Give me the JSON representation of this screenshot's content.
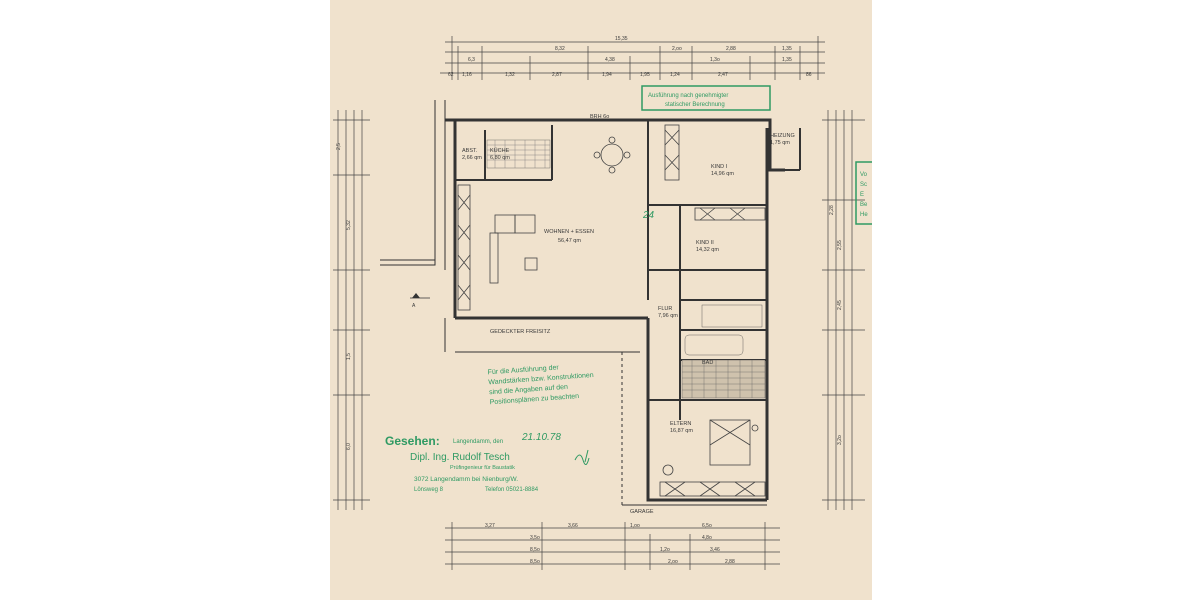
{
  "rooms": {
    "abst": "ABST.",
    "abst_area": "2,66 qm",
    "kueche": "KÜCHE",
    "kueche_area": "6,80 qm",
    "wohnen": "WOHNEN + ESSEN",
    "wohnen_area": "56,47 qm",
    "kind1": "KIND I",
    "kind1_area": "14,96 qm",
    "kind2": "KIND II",
    "kind2_area": "14,32 qm",
    "flur": "FLUR",
    "flur_area": "7,96 qm",
    "bad": "BAD",
    "bad_area": "",
    "eltern": "ELTERN",
    "eltern_area": "16,87 qm",
    "heizung": "HEIZUNG",
    "heizung_area": "1,75 qm",
    "freisitz": "GEDECKTER FREISITZ",
    "garage": "GARAGE",
    "brh": "BRH 6o"
  },
  "dimensions": {
    "top_total": "15,35",
    "top_row1": [
      "8,32",
      "2,oo",
      "2,88",
      "1,35"
    ],
    "top_row2": [
      "6,3",
      "4,38",
      "1,3o",
      "1,35"
    ],
    "top_row3": [
      "62",
      "1,16",
      "1,32",
      "2,87",
      "1,94",
      "1,95",
      "1,24",
      "2,47",
      "86"
    ],
    "bottom_row1": [
      "3,27",
      "3,66",
      "1,oo",
      "6,5o"
    ],
    "bottom_row2": [
      "3,5o",
      "4,8o"
    ],
    "bottom_row3": [
      "8,5o",
      "1,2o",
      "3,46"
    ],
    "bottom_row4": [
      "8,5o",
      "2,oo",
      "2,88"
    ],
    "left_rows": [
      "2,5",
      "5,32",
      "1,5",
      "6,0"
    ],
    "right_rows": [
      "2,28",
      "2,55",
      "2,45",
      "3,2o"
    ]
  },
  "stamp_top": {
    "line1": "Ausführung nach genehmigter",
    "line2": "statischer Berechnung"
  },
  "note": {
    "line1": "Für die Ausführung der",
    "line2": "Wandstärken bzw. Konstruktionen",
    "line3": "sind die Angaben auf den",
    "line4": "Positionsplänen zu beachten"
  },
  "approval": {
    "seen": "Gesehen:",
    "place_date": "Langendamm, den",
    "date_handwritten": "21.10.78",
    "name": "Dipl. Ing. Rudolf Tesch",
    "role": "Prüfingenieur für Baustatik",
    "address": "3072 Langendamm bei Nienburg/W.",
    "street": "Lönsweg 8",
    "phone": "Telefon 05021-8884"
  },
  "handwritten_mark": "24",
  "right_stamp_text": [
    "Vo",
    "Sc",
    "E",
    "Be",
    "He"
  ],
  "section_marks": [
    "A"
  ],
  "colors": {
    "paper": "#f0e2cd",
    "ink": "#3a3a3a",
    "stamp": "#2f9a63"
  }
}
